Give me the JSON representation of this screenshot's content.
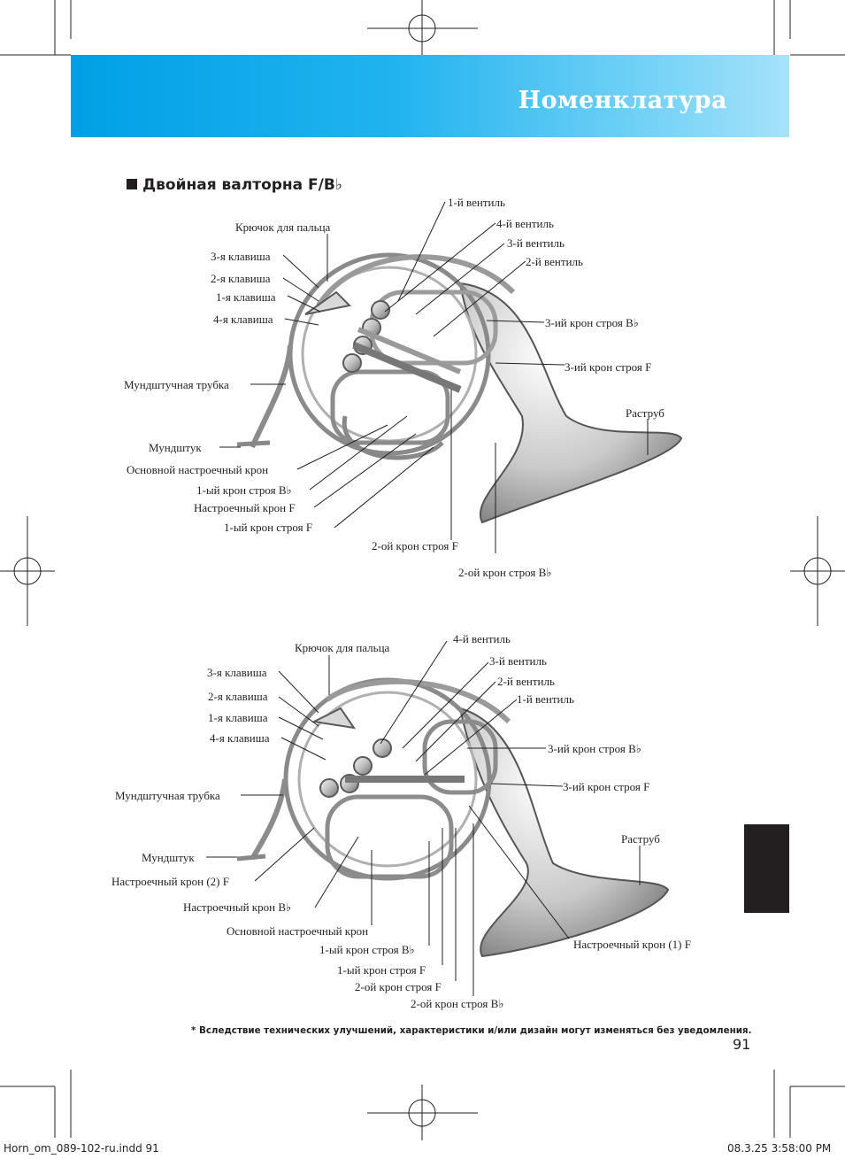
{
  "header": {
    "title": "Номенклатура"
  },
  "section": {
    "title": "Двойная валторна F/B♭"
  },
  "figure_top": {
    "labels": [
      "1-й вентиль",
      "4-й вентиль",
      "3-й вентиль",
      "2-й вентиль",
      "Крючок для пальца",
      "3-я клавиша",
      "2-я клавиша",
      "1-я клавиша",
      "4-я клавиша",
      "3-ий крон строя B♭",
      "3-ий крон строя F",
      "Мундштучная трубка",
      "Раструб",
      "Мундштук",
      "Основной настроечный крон",
      "1-ый крон строя B♭",
      "Настроечный крон F",
      "1-ый крон строя F",
      "2-ой крон строя F",
      "2-ой крон строя B♭"
    ]
  },
  "figure_bottom": {
    "labels": [
      "Крючок для пальца",
      "4-й вентиль",
      "3-я клавиша",
      "3-й вентиль",
      "2-й вентиль",
      "2-я клавиша",
      "1-й вентиль",
      "1-я клавиша",
      "4-я клавиша",
      "3-ий крон строя B♭",
      "Мундштучная трубка",
      "3-ий крон строя F",
      "Раструб",
      "Мундштук",
      "Настроечный крон (2) F",
      "Настроечный крон B♭",
      "Основной настроечный крон",
      "Настроечный крон (1) F",
      "1-ый крон строя B♭",
      "1-ый крон строя F",
      "2-ой крон строя F",
      "2-ой крон строя B♭"
    ]
  },
  "footnote": "* Вследствие технических улучшений, характеристики и/или дизайн могут изменяться без уведомления.",
  "page_number": "91",
  "slug": {
    "file": "Horn_om_089-102-ru.indd   91",
    "timestamp": "08.3.25   3:58:00 PM"
  },
  "colors": {
    "banner_start": "#00a0e6",
    "banner_end": "#a6e2fa",
    "tab": "#231f20"
  }
}
